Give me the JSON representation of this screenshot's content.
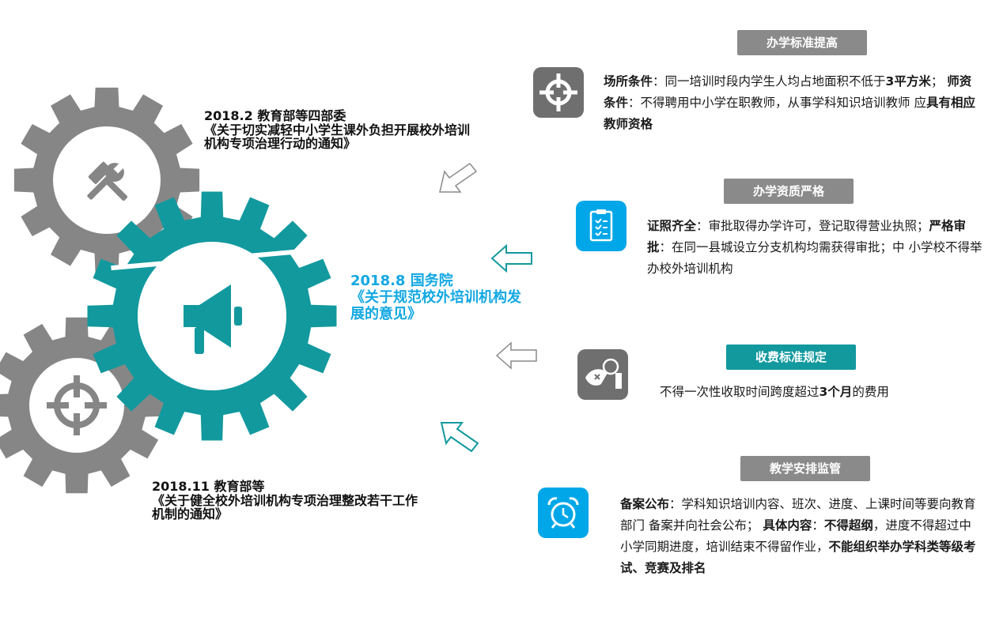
{
  "colors": {
    "teal": "#12999E",
    "gray": "#868686",
    "dark_header": "#8A8A8A",
    "blue_icon": "#00A7E8",
    "gray_icon": "#6F6F6F",
    "text_blue": "#12A8E2"
  },
  "policies": [
    {
      "date": "2018.2 教育部等四部委",
      "title": "《关于切实减轻中小学生课外负担开展校外培训机构专项治理行动的通知》"
    },
    {
      "date": "2018.8 国务院",
      "title": "《关于规范校外培训机构发展的意见》"
    },
    {
      "date": "2018.11 教育部等",
      "title": "《关于健全校外培训机构专项治理整改若干工作机制的通知》"
    }
  ],
  "gear_icons": {
    "top": "tools-icon",
    "main": "megaphone-icon",
    "bottom": "crosshair-icon"
  },
  "sections": [
    {
      "header": "办学标准提高",
      "icon": "crosshair-icon",
      "segments": [
        {
          "t": "场所条件",
          "b": true
        },
        {
          "t": "：同一培训时段内学生人均占地面积不低于",
          "b": false
        },
        {
          "t": "3平方米",
          "b": true
        },
        {
          "t": "；  ",
          "b": false
        },
        {
          "t": "师资条件",
          "b": true
        },
        {
          "t": "：不得聘用中小学在职教师，从事学科知识培训教师 应",
          "b": false
        },
        {
          "t": "具有相应教师资格",
          "b": true
        }
      ]
    },
    {
      "header": "办学资质严格",
      "icon": "checklist-icon",
      "segments": [
        {
          "t": "证照齐全",
          "b": true
        },
        {
          "t": "：审批取得办学许可，登记取得营业执照；",
          "b": false
        },
        {
          "t": "严格审批",
          "b": true
        },
        {
          "t": "：在同一县城设立分支机构均需获得审批；中 小学校不得举办校外培训机构",
          "b": false
        }
      ]
    },
    {
      "header": "收费标准规定",
      "icon": "money-hand-icon",
      "segments": [
        {
          "t": "不得一次性收取时间跨度超过",
          "b": false
        },
        {
          "t": "3个月",
          "b": true
        },
        {
          "t": "的费用",
          "b": false
        }
      ]
    },
    {
      "header": "教学安排监管",
      "icon": "alarm-clock-icon",
      "segments": [
        {
          "t": "备案公布",
          "b": true
        },
        {
          "t": "：学科知识培训内容、班次、进度、上课时间等要向教育部门 备案并向社会公布；  ",
          "b": false
        },
        {
          "t": "具体内容",
          "b": true
        },
        {
          "t": "：",
          "b": false
        },
        {
          "t": "不得超纲",
          "b": true
        },
        {
          "t": "，进度不得超过中小学同期进度，培训结束不得留作业，",
          "b": false
        },
        {
          "t": "不能组织举办学科类等级考试、竞赛及排名",
          "b": true
        }
      ]
    }
  ]
}
